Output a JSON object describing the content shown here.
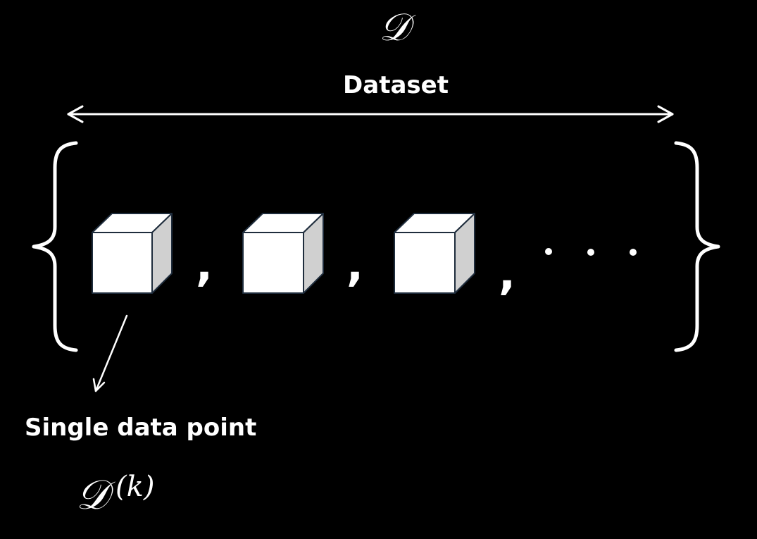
{
  "dataset_symbol": "𝒟",
  "dataset_label": "Dataset",
  "separator": ",",
  "point_label": "Single data point",
  "point_symbol": {
    "base": "𝒟",
    "superscript": "(k)"
  },
  "colors": {
    "background": "#000000",
    "foreground": "#ffffff",
    "cube_front": "#ffffff",
    "cube_top": "#ffffff",
    "cube_side": "#d0d0d0",
    "cube_edge": "#1f2d3d"
  },
  "elements": {
    "cube_count": 3,
    "ellipsis_dots": 3
  }
}
